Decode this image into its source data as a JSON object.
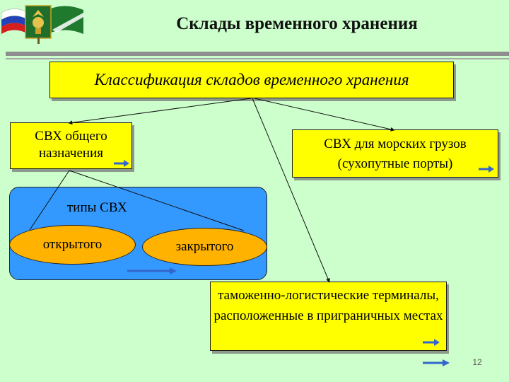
{
  "slide": {
    "title": "Склады временного хранения",
    "page_number": "12"
  },
  "diagram": {
    "root": "Классификация складов временного хранения",
    "general": "СВХ общего назначения",
    "sea": "СВХ для морских грузов (сухопутные порты)",
    "terminals": "таможенно-логистические терминалы, расположенные в приграничных местах",
    "types_label": "типы СВХ",
    "type_open": "открытого",
    "type_closed": "закрытого"
  },
  "colors": {
    "background": "#ccffcc",
    "box_fill": "#ffff00",
    "panel_fill": "#3399ff",
    "oval_fill": "#ffb300",
    "nav_arrow": "#3366cc"
  },
  "icons": {
    "logo": "flag-emblem-logo",
    "nav": "right-arrow-icon"
  }
}
